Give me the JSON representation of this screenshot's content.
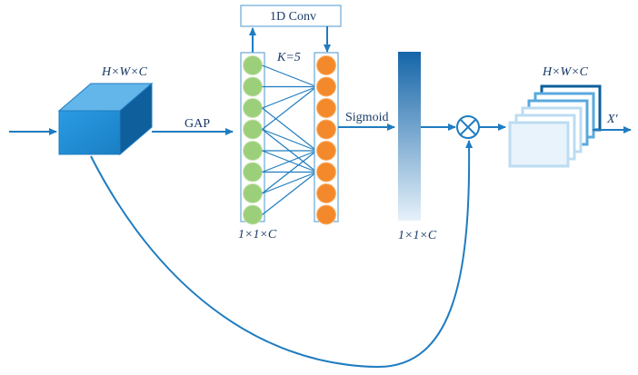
{
  "colors": {
    "line": "#1f7cc0",
    "cube_front": "#1f8fd8",
    "cube_top": "#62b6ea",
    "cube_side": "#0e5f9c",
    "green": "#9ccf7a",
    "orange": "#f4892b",
    "bar_top": "#1565a8",
    "bar_bottom": "#e6f1fa",
    "label": "#1a3a66"
  },
  "labels": {
    "conv_box": "1D Conv",
    "input_dims": "H×W×C",
    "gap": "GAP",
    "k": "K=5",
    "sigmoid": "Sigmoid",
    "vec_dims_1": "1×1×C",
    "vec_dims_2": "1×1×C",
    "output_dims": "H×W×C",
    "output_name": "X′",
    "multiply_symbol": "⊗"
  },
  "icons": {
    "multiply": "circle-times-icon",
    "arrow": "arrow-right-icon"
  },
  "neurons_per_column": 8
}
